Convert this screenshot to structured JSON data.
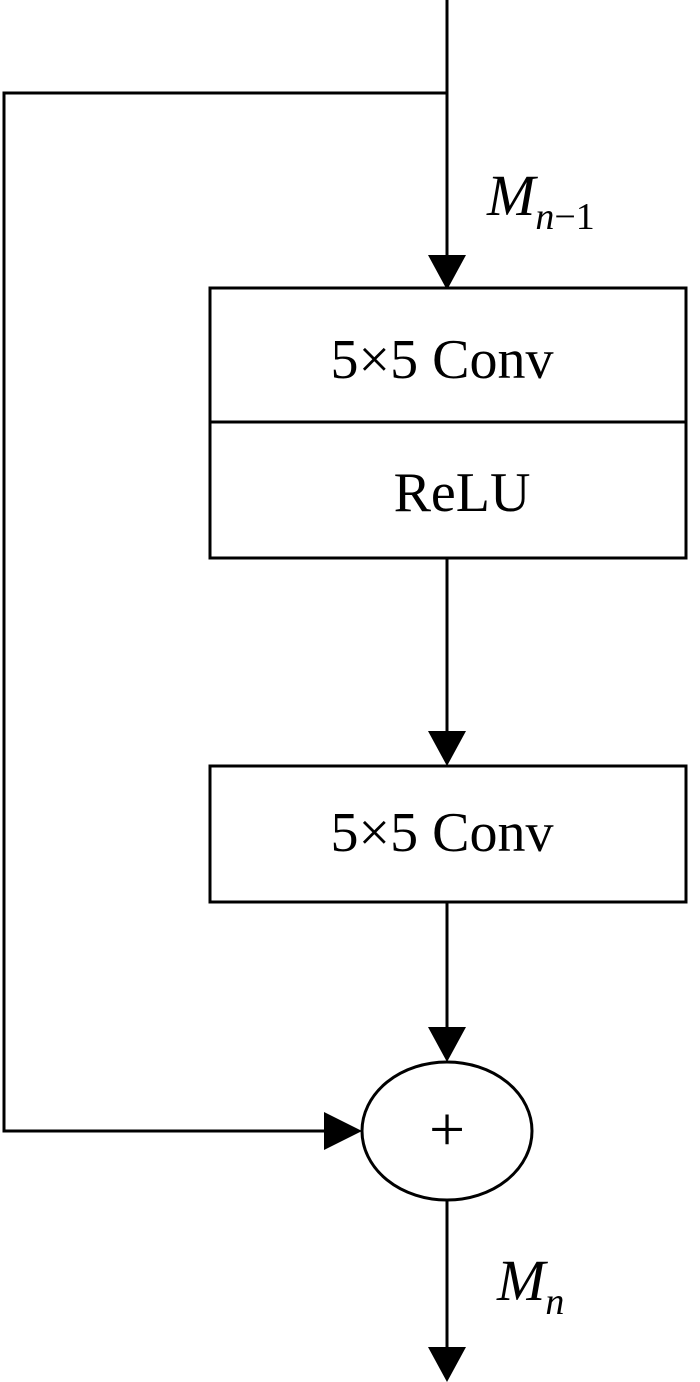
{
  "input_label": {
    "main": "M",
    "sub_var": "n",
    "sub_rest": "−1"
  },
  "blocks": {
    "conv1": "5×5 Conv",
    "relu": "ReLU",
    "conv2": "5×5 Conv"
  },
  "sum_symbol": "+",
  "output_label": {
    "main": "M",
    "sub_var": "n"
  }
}
